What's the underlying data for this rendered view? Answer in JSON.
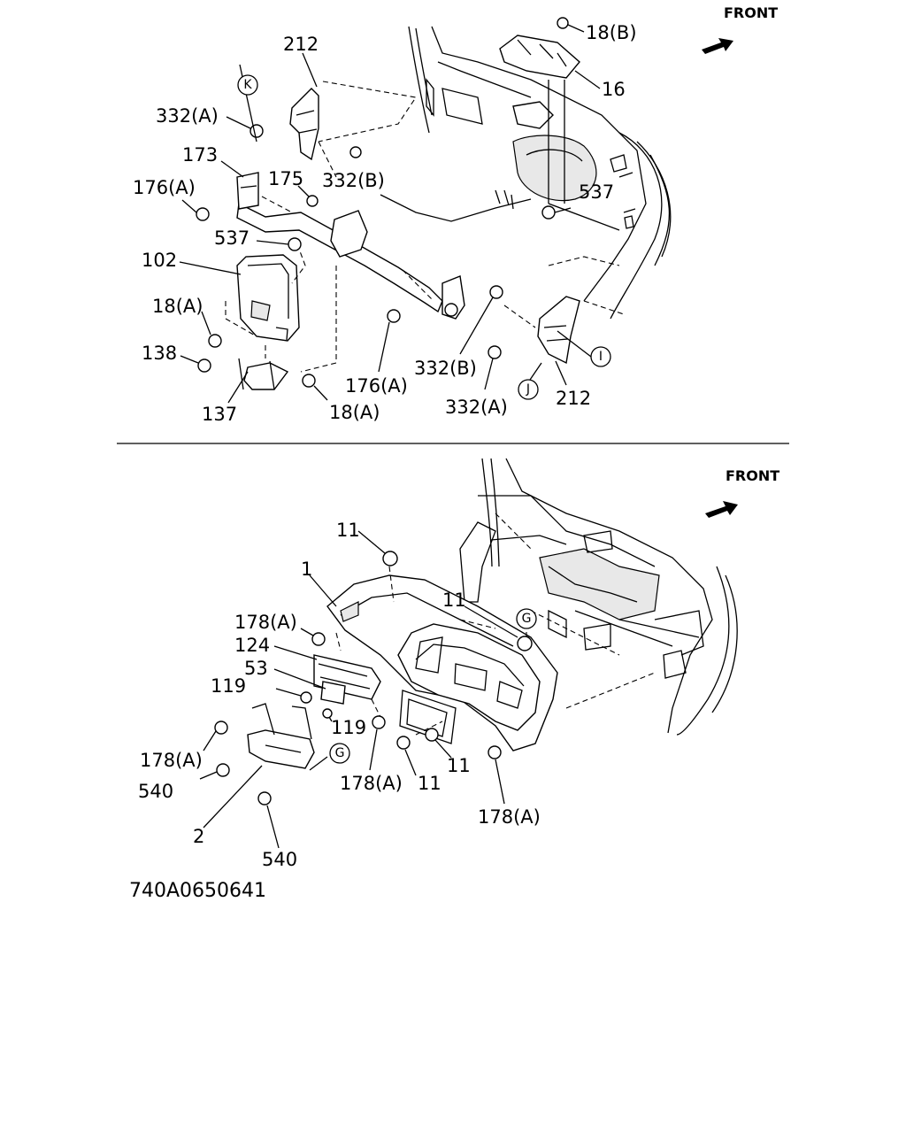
{
  "diagram": {
    "top_view": {
      "front_label": "FRONT",
      "callouts": {
        "c212a": "212",
        "c18b": "18(B)",
        "c16": "16",
        "c332a_top": "332(A)",
        "c332b_top": "332(B)",
        "c173": "173",
        "c176a_left": "176(A)",
        "c175": "175",
        "c537_right": "537",
        "c537_left": "537",
        "c102": "102",
        "c18a_upper": "18(A)",
        "c138": "138",
        "c137": "137",
        "c18a_lower": "18(A)",
        "c176a_mid": "176(A)",
        "c332b_bottom": "332(B)",
        "c332a_bottom": "332(A)",
        "c212b": "212"
      },
      "markers": {
        "K": "K",
        "I": "I",
        "J": "J"
      }
    },
    "bottom_view": {
      "front_label": "FRONT",
      "callouts": {
        "c11_top": "11",
        "c1": "1",
        "c11_mid": "11",
        "c178a_top": "178(A)",
        "c124": "124",
        "c53": "53",
        "c119_left": "119",
        "c119_right": "119",
        "c178a_left": "178(A)",
        "c540_left": "540",
        "c178a_center": "178(A)",
        "c11_bottom": "11",
        "c11_right": "11",
        "c178a_right": "178(A)",
        "c2": "2",
        "c540_bottom": "540"
      },
      "markers": {
        "G_upper": "G",
        "G_lower": "G"
      }
    },
    "reference_code": "740A0650641"
  }
}
